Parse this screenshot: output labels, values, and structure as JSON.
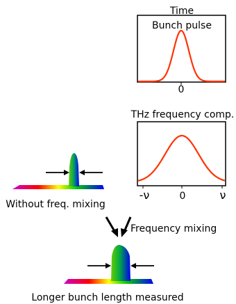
{
  "top_panel": {
    "header": "Time",
    "inner_title": "Bunch pulse",
    "x_tick": "0"
  },
  "bottom_panel": {
    "header": "THz frequency comp.",
    "x_ticks": [
      "-ν",
      "0",
      "ν"
    ]
  },
  "labels": {
    "without_mixing": "Without freq. mixing",
    "mixing": "Frequency mixing",
    "result": "Longer bunch length measured"
  },
  "colors": {
    "curve": "#ff3300",
    "axes": "#000000",
    "spectrum": [
      "#cc00cc",
      "#ff0000",
      "#ffff00",
      "#00cc00",
      "#0000ff"
    ]
  },
  "chart_data": [
    {
      "type": "line",
      "title": "Time",
      "subtitle": "Bunch pulse",
      "shape": "narrow gaussian",
      "x_ticks": [
        "0"
      ],
      "center": 0,
      "width": 0.38
    },
    {
      "type": "line",
      "title": "THz frequency comp.",
      "shape": "wide gaussian",
      "x_ticks": [
        "-ν",
        "0",
        "ν"
      ],
      "center": 0,
      "width": 1.0
    }
  ]
}
